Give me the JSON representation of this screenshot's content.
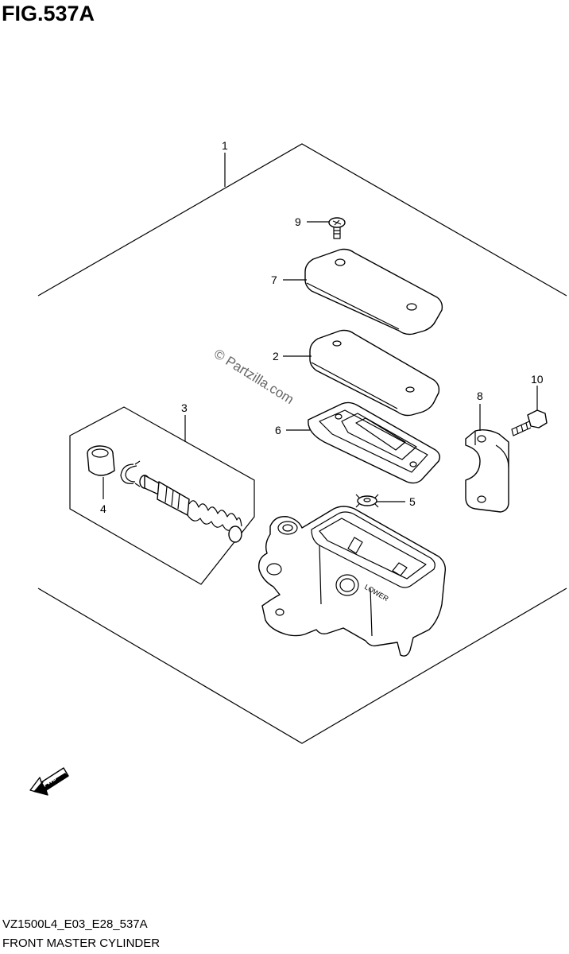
{
  "figure": {
    "title": "FIG.537A",
    "code": "VZ1500L4_E03_E28_537A",
    "description": "FRONT MASTER CYLINDER",
    "watermark": "© Partzilla.com",
    "fwd_label": "FWD"
  },
  "callouts": [
    {
      "id": "1",
      "label": "1"
    },
    {
      "id": "2",
      "label": "2"
    },
    {
      "id": "3",
      "label": "3"
    },
    {
      "id": "4",
      "label": "4"
    },
    {
      "id": "5",
      "label": "5"
    },
    {
      "id": "6",
      "label": "6"
    },
    {
      "id": "7",
      "label": "7"
    },
    {
      "id": "8",
      "label": "8"
    },
    {
      "id": "9",
      "label": "9"
    },
    {
      "id": "10",
      "label": "10"
    }
  ],
  "body_marking": "LOWER"
}
